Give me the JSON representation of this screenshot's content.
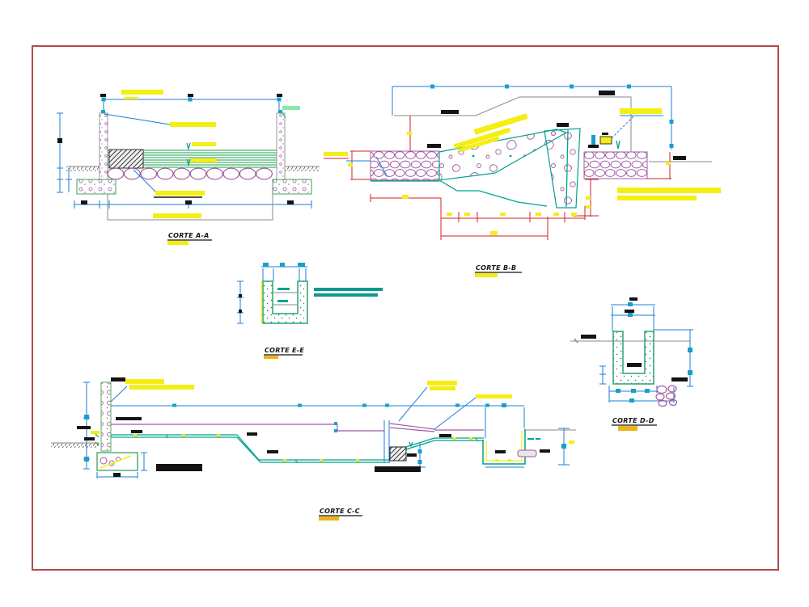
{
  "drawing": {
    "sections": [
      {
        "id": "a-a",
        "label": "CORTE A-A"
      },
      {
        "id": "b-b",
        "label": "CORTE B-B"
      },
      {
        "id": "e-e",
        "label": "CORTE E-E"
      },
      {
        "id": "d-d",
        "label": "CORTE D-D"
      },
      {
        "id": "c-c",
        "label": "CORTE C-C"
      }
    ],
    "colors": {
      "frame-red": "#b34a4a",
      "dim-blue": "#1b7ed8",
      "dim-red": "#d42020",
      "marker-cyan": "#18a0c8",
      "ground-gray": "#8a8a8a",
      "channel-teal": "#00a38c",
      "slab-green": "#17a04b",
      "masonry-purple": "#a05aa0",
      "highlight-yellow": "#f4ee15",
      "highlight-orange": "#eeb31b",
      "highlight-green": "#8ce8a8"
    }
  }
}
